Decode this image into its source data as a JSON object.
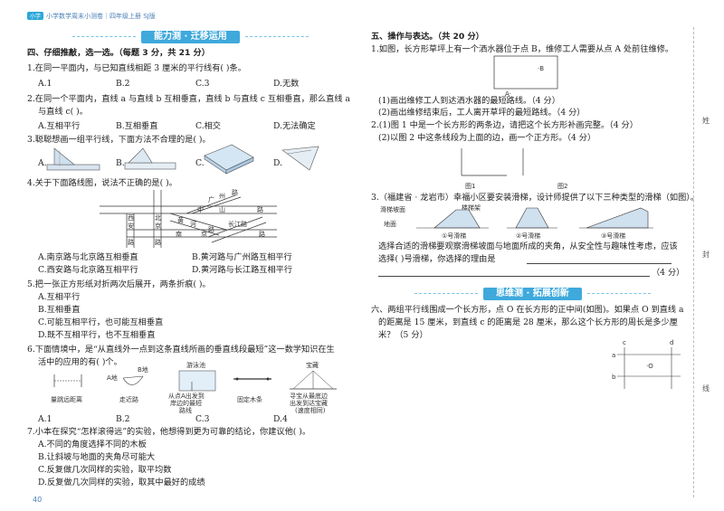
{
  "header": {
    "logo": "小学",
    "title": "小学数学周末小测卷｜四年级上册 SJ版"
  },
  "left_banner": "能力测 · 迁移运用",
  "section4": "四、仔细推敲，选一选。（每题 3 分，共 21 分）",
  "q1": {
    "stem": "1.在同一平面内，与已知直线相距 3 厘米的平行线有(   )条。",
    "a": "A.1",
    "b": "B.2",
    "c": "C.3",
    "d": "D.无数"
  },
  "q2": {
    "stem1": "2.在同一个平面内，直线 a 与直线 b 互相垂直，直线 b 与直线 c 互相垂直，那么直线 a",
    "stem2": "与直线 c(   )。",
    "a": "A.互相平行",
    "b": "B.互相垂直",
    "c": "C.相交",
    "d": "D.无法确定"
  },
  "q3": {
    "stem": "3.聪聪想画一组平行线，下面方法不合理的是(   )。",
    "a": "A.",
    "b": "B.",
    "c": "C.",
    "d": "D."
  },
  "q4": {
    "stem": "4.关于下面路线图，说法不正确的是(   )。",
    "map_labels": {
      "zhong": "中",
      "shan": "山",
      "lu1": "路",
      "xi": "西",
      "an": "安",
      "lu2": "路",
      "bei": "北",
      "jing1": "京",
      "lu3": "路",
      "huang": "黄",
      "he": "河",
      "lu4": "路",
      "guang": "广",
      "zhou": "州",
      "lu5": "路",
      "nan": "南",
      "jing2": "京",
      "lu6": "路",
      "changjiang": "长江路"
    },
    "a": "A.南京路与北京路互相垂直",
    "b": "B.黄河路与广州路互相平行",
    "c": "C.西安路与北京路互相平行",
    "d": "D.黄河路与长江路互相平行"
  },
  "q5": {
    "stem": "5.把一张正方形纸对折两次后展开，两条折痕(   )。",
    "a": "A.互相平行",
    "b": "B.互相垂直",
    "c": "C.可能互相平行，也可能互相垂直",
    "d": "D.既不互相平行，也不互相垂直"
  },
  "q6": {
    "stem1": "6.下面情境中，是“从直线外一点到这条直线所画的垂直线段最短”这一数学知识在生",
    "stem2": "活中的应用的有(   )个。",
    "fig1": "量跳远距离",
    "fig2a": "A地",
    "fig2b": "B地",
    "fig2": "走近路",
    "fig3top": "游泳池",
    "fig3": "从点A出发到",
    "fig3b": "岸边的最短",
    "fig3c": "路线",
    "fig4": "固定木条",
    "fig5top": "宝藏",
    "fig5": "寻宝从最底边",
    "fig5b": "出发到达宝藏",
    "fig5c": "(速度相同)",
    "a": "A.1",
    "b": "B.2",
    "c": "C.3",
    "d": "D.4"
  },
  "q7": {
    "stem": "7.小本在探究“怎样滚得远”的实验，他想得到更为可靠的结论，你建议他(   )。",
    "a": "A.不同的角度选择不同的木板",
    "b": "B.让斜坡与地面的夹角尽可能大",
    "c": "C.反复做几次同样的实验，取平均数",
    "d": "D.反复做几次同样的实验，取其中最好的成绩"
  },
  "section5": "五、操作与表达。（共 20 分）",
  "q5_1": {
    "stem": "1.如图，长方形草坪上有一个洒水器位于点 B，维修工人需要从点 A 处前往维修。",
    "b_label": "·B",
    "a_label": "A·",
    "s1": "(1)画出维修工人到达洒水器的最短路线。（4 分）",
    "s2": "(2)画出维修结束后，工人离开草坪的最短路线。（4 分）"
  },
  "q5_2": {
    "s1": "2.(1)图 1 中是一个长方形的两条边，请把这个长方形补画完整。（4 分）",
    "s2": "(2)以图 2 中这条线段为上面的边，画一个正方形。（4 分）",
    "fig1": "图1",
    "fig2": "图2"
  },
  "q5_3": {
    "stem": "3.（福建省 · 龙岩市）幸福小区要安装滑梯，设计师提供了以下三种类型的滑梯（如图）。",
    "label_slope": "滑梯坡面",
    "label_ladder": "楼梯架",
    "label_ground": "地面",
    "opt1": "①号滑梯",
    "opt2": "②号滑梯",
    "opt3": "③号滑梯",
    "text1": "选择合适的滑梯要观察滑梯坡面与地面所成的夹角，从安全性与趣味性考虑，应该",
    "text2": "选择(      )号滑梯，你选择的理由是",
    "score": "（4 分）"
  },
  "right_banner": "思维测 · 拓展创新",
  "q6_1": {
    "stem1": "六、两组平行线围成一个长方形，点 O 在长方形的正中间(如图)。如果点 O 到直线 a",
    "stem2": "的距离是 15 厘米，到直线 c 的距离是 28 厘米，那么这个长方形的周长是多少厘",
    "stem3": "米？（5 分）",
    "c": "c",
    "d": "d",
    "a": "a",
    "b": "b",
    "o": "·O"
  },
  "side_labels": {
    "s1": "姓",
    "s2": "封",
    "s3": "线"
  },
  "page_number": "40",
  "colors": {
    "accent": "#3fa9dc",
    "header_text": "#4a7fb5"
  }
}
